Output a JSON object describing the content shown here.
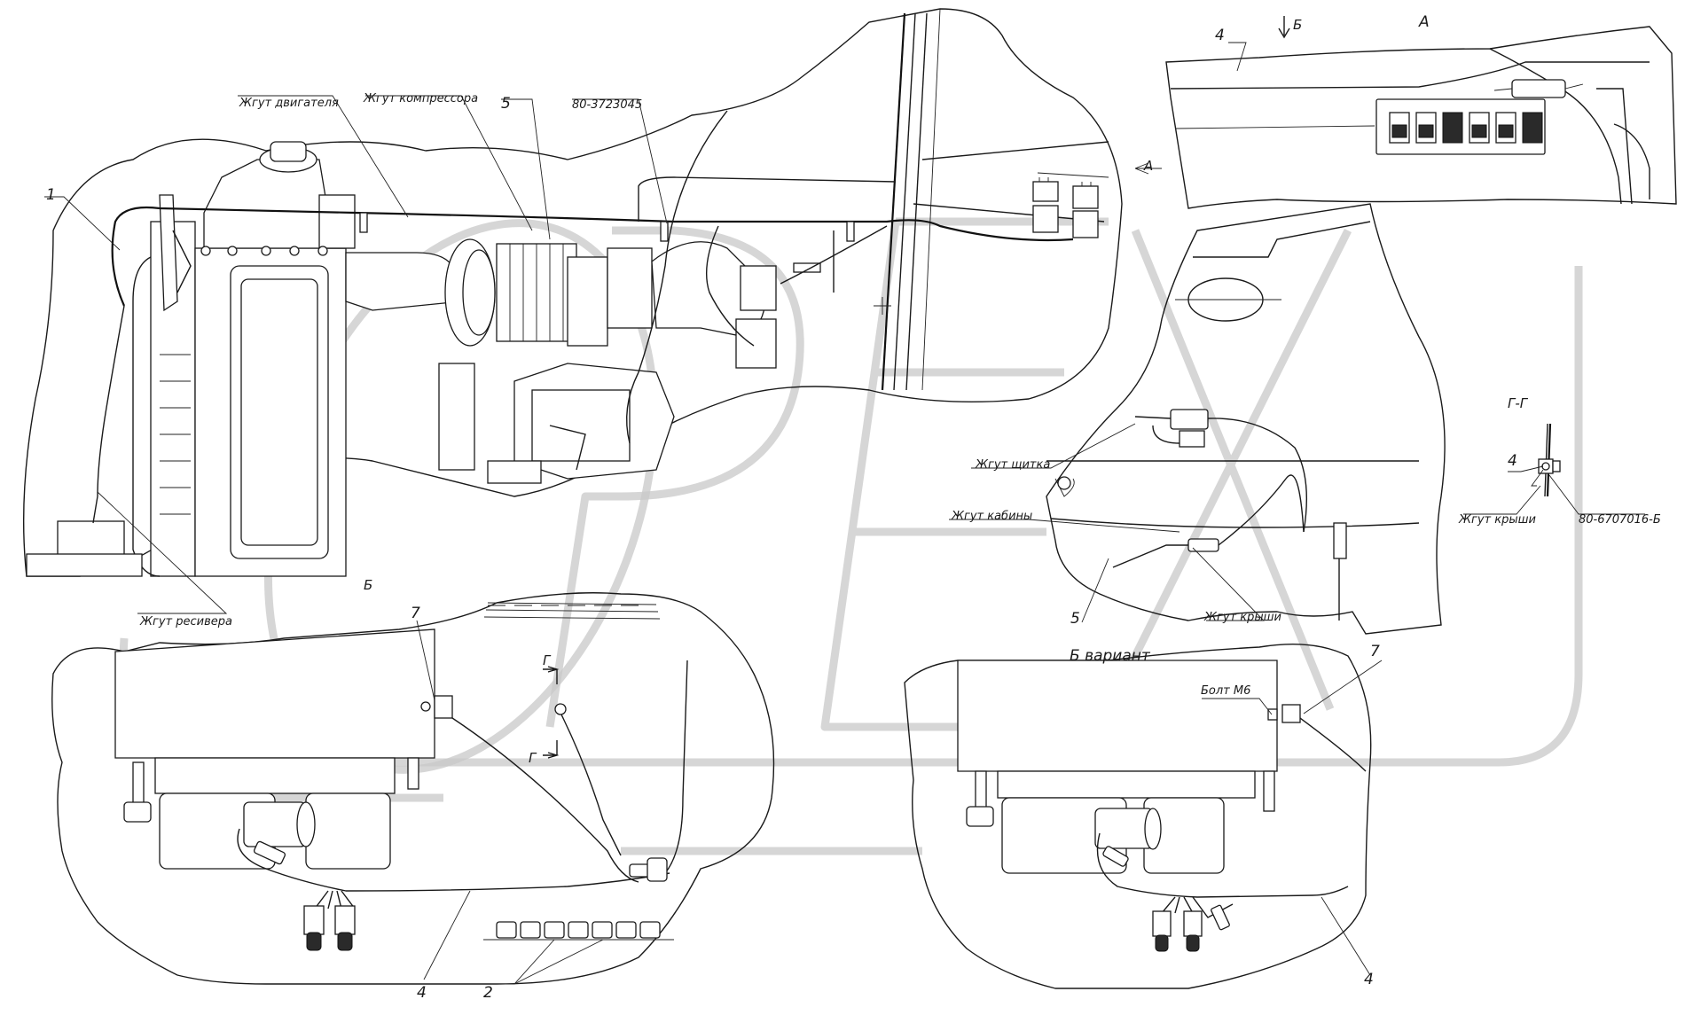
{
  "labels": {
    "engine_harness": "Жгут двигателя",
    "compressor_harness": "Жгут компрессора",
    "part_5_top": "5",
    "part_number_top": "80-3723045",
    "part_1": "1",
    "receiver_harness": "Жгут ресивера",
    "view_A_arrow": "А",
    "view_B_top": "Б",
    "view_A_title": "А",
    "part_4_top": "4",
    "dashboard_harness": "Жгут щитка",
    "cab_harness": "Жгут кабины",
    "part_5_mid": "5",
    "roof_harness_mid": "Жгут крыши",
    "section_GG": "Г-Г",
    "part_4_gg": "4",
    "roof_harness_gg": "Жгут крыши",
    "part_number_gg": "80-6707016-Б",
    "view_B_left": "Б",
    "part_7_left": "7",
    "cut_G_top": "Г",
    "cut_G_bottom": "Г",
    "part_4_bottom_left": "4",
    "part_2": "2",
    "variant_B": "Б вариант",
    "bolt_m6": "Болт М6",
    "part_7_right": "7",
    "part_4_bottom_right": "4"
  },
  "watermark": {
    "text": "OPEX",
    "color": "#c8c8c8"
  },
  "icons": [
    "switch-panel-icon",
    "connector-icon",
    "bolt-icon"
  ]
}
